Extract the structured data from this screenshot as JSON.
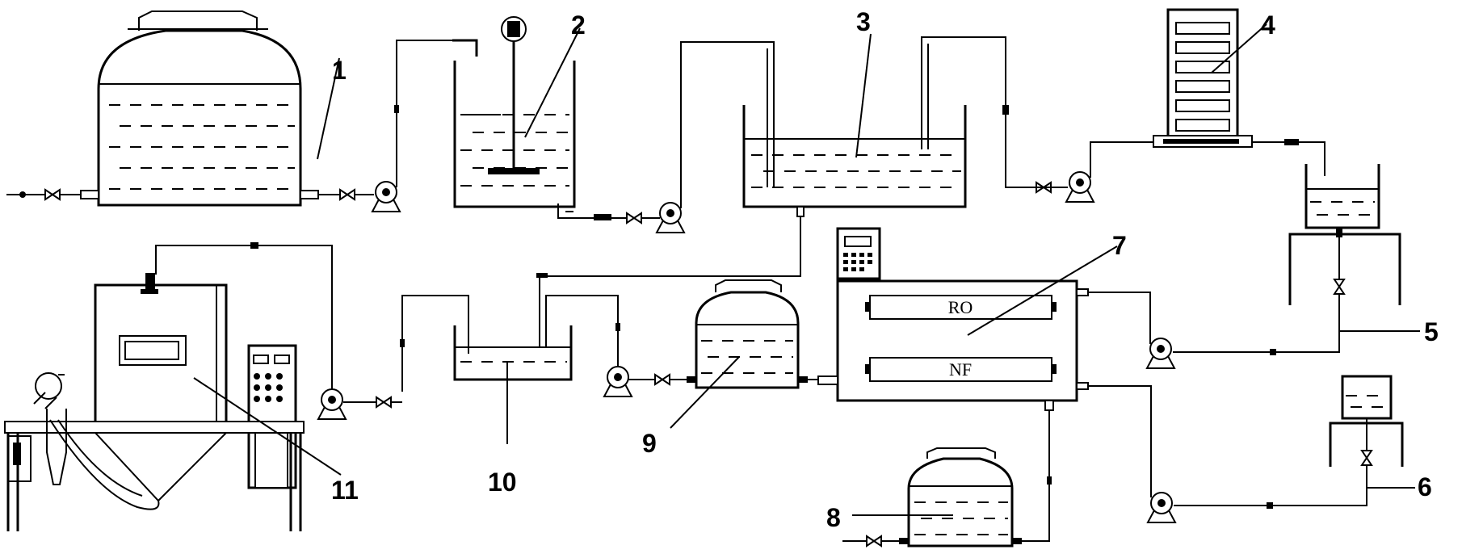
{
  "diagram": {
    "labels": {
      "l1": "1",
      "l2": "2",
      "l3": "3",
      "l4": "4",
      "l5": "5",
      "l6": "6",
      "l7": "7",
      "l8": "8",
      "l9": "9",
      "l10": "10",
      "l11": "11"
    },
    "membranes": {
      "ro": "RO",
      "nf": "NF"
    }
  }
}
